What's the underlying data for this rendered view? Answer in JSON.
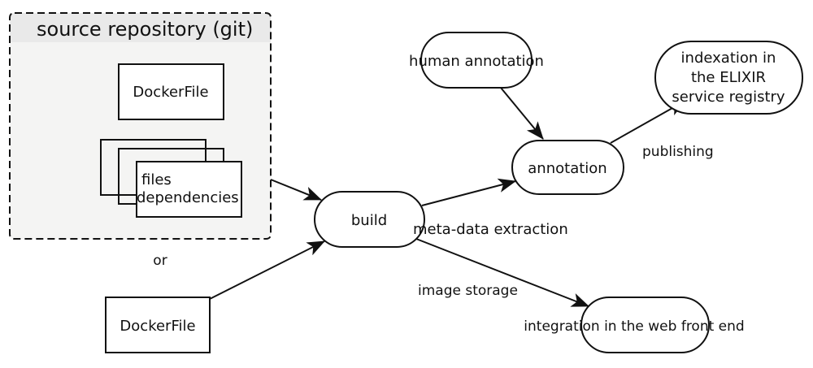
{
  "diagram": {
    "group": {
      "title": "source repository (git)",
      "fill": "#f4f4f3",
      "header_fill": "#e9e9e9",
      "children": {
        "dockerfile": "DockerFile",
        "files_line1": "files",
        "files_line2": "dependencies"
      }
    },
    "or_label": "or",
    "dockerfile_alt": "DockerFile",
    "nodes": {
      "build": "build",
      "annotation": "annotation",
      "human_annotation": "human annotation",
      "indexation_line1": "indexation in",
      "indexation_line2": "the ELIXIR",
      "indexation_line3": "service registry",
      "integration": "integration in the web front end"
    },
    "edge_labels": {
      "metadata": "meta-data extraction",
      "publishing": "publishing",
      "image_storage": "image storage"
    },
    "edges": [
      {
        "from": "source repository (git)",
        "to": "build"
      },
      {
        "from": "DockerFile",
        "to": "build"
      },
      {
        "from": "build",
        "to": "annotation",
        "label": "meta-data extraction"
      },
      {
        "from": "human annotation",
        "to": "annotation"
      },
      {
        "from": "annotation",
        "to": "indexation in the ELIXIR service registry",
        "label": "publishing"
      },
      {
        "from": "build",
        "to": "integration in the web front end",
        "label": "image storage"
      }
    ]
  }
}
